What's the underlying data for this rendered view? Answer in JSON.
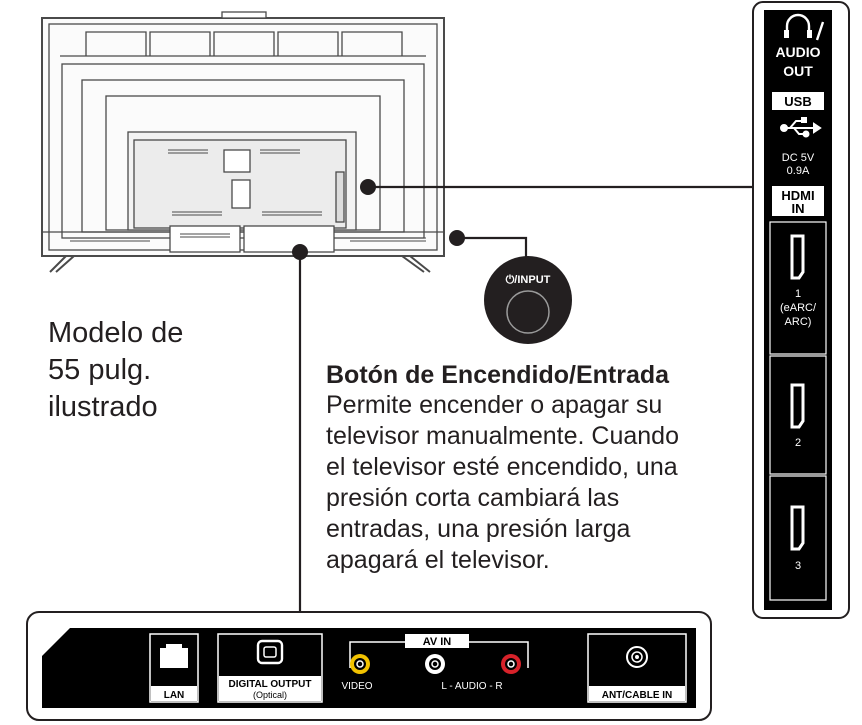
{
  "model_label": [
    "Modelo de",
    "55 pulg.",
    "ilustrado"
  ],
  "power_button": {
    "badge": "⏻/INPUT",
    "title": "Botón de Encendido/Entrada",
    "description": [
      "Permite encender o apagar su",
      "televisor manualmente. Cuando",
      "el televisor esté encendido, una",
      "presión corta cambiará las",
      "entradas, una presión larga",
      "apagará el televisor."
    ]
  },
  "side_panel": {
    "audio_out": [
      "AUDIO",
      "OUT"
    ],
    "usb": "USB",
    "usb_power": [
      "DC 5V",
      "0.9A"
    ],
    "hdmi_in": [
      "HDMI",
      "IN"
    ],
    "hdmi1": [
      "1",
      "(eARC/",
      "ARC)"
    ],
    "hdmi2": "2",
    "hdmi3": "3"
  },
  "bottom_panel": {
    "lan": "LAN",
    "digital_output": [
      "DIGITAL OUTPUT",
      "(Optical)"
    ],
    "av_in": "AV IN",
    "video": "VIDEO",
    "audio_lr": "L - AUDIO - R",
    "ant_cable": "ANT/CABLE IN"
  },
  "colors": {
    "ink": "#231f20",
    "panel": "#000000",
    "video_jack": "#f2c200",
    "audio_r_jack": "#d7222a",
    "tv_outline": "#4a4a4a"
  }
}
